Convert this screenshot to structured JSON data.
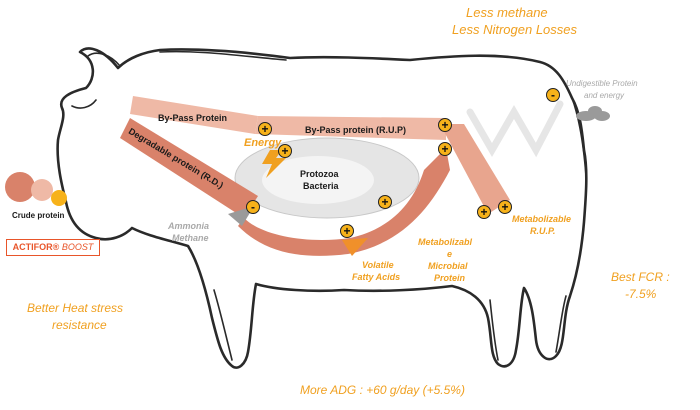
{
  "headline": {
    "line1": "Less methane",
    "line2": "Less Nitrogen Losses"
  },
  "bypass_protein": "By-Pass Protein",
  "bypass_rup": "By-Pass protein (R.U.P)",
  "degradable_protein": "Degradable protein (R.D.)",
  "energy": "Energy",
  "rumen": {
    "line1": "Protozoa",
    "line2": "Bacteria"
  },
  "ammonia": {
    "line1": "Ammonia",
    "line2": "Methane"
  },
  "vfa": {
    "line1": "Volatile",
    "line2": "Fatty Acids"
  },
  "microbial": {
    "line1": "Metabolizabl",
    "line2": "e",
    "line3": "Microbial",
    "line4": "Protein"
  },
  "metab_rup": {
    "line1": "Metabolizable",
    "line2": "R.U.P."
  },
  "indigestible": {
    "line1": "Undigestible Protein",
    "line2": "and energy"
  },
  "fcr": {
    "line1": "Best FCR :",
    "line2": "-7.5%"
  },
  "heat": {
    "line1": "Better Heat stress",
    "line2": "resistance"
  },
  "adg": "More ADG : +60 g/day (+5.5%)",
  "crude_protein": "Crude protein",
  "product": {
    "name": "ACTIFOR®",
    "variant": "BOOST"
  },
  "signs": {
    "plus": "+",
    "minus": "-"
  },
  "colors": {
    "accent_orange": "#f0a020",
    "flow_dark": "#d9826a",
    "flow_light": "#efb9a6",
    "sign_fill": "#f7b21a",
    "grey_text": "#a9a9a9"
  }
}
